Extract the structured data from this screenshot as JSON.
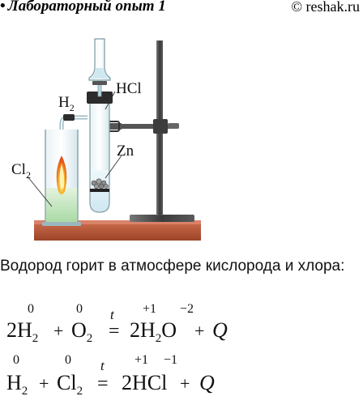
{
  "header": {
    "bullet": "•",
    "title": "Лабораторный опыт 1",
    "site": "© reshak.ru"
  },
  "figure": {
    "labels": {
      "h2": "H",
      "h2_sub": "2",
      "hcl": "HCl",
      "zn": "Zn",
      "cl2": "Cl",
      "cl2_sub": "2"
    },
    "colors": {
      "bench": "#b8563a",
      "stand": "#4a4a4a",
      "liquid_green": "#c7e6c4",
      "liquid_blue": "#dbeef4",
      "flame": "#f0a020"
    }
  },
  "caption": "Водород горит в атмосфере кислорода и хлора:",
  "equations": [
    {
      "ox_left": [
        "0",
        "0"
      ],
      "ox_right": [
        "+1",
        "−2"
      ],
      "condition": "t",
      "reactant1": "2H",
      "reactant1_sub": "2",
      "plus1": "+",
      "reactant2": "O",
      "reactant2_sub": "2",
      "arrow": "=",
      "product": "2H",
      "product_sub": "2",
      "product_tail": "O",
      "plus2": "+",
      "heat": "Q"
    },
    {
      "ox_left": [
        "0",
        "0"
      ],
      "ox_right": [
        "+1",
        "−1"
      ],
      "condition": "t",
      "reactant1": "H",
      "reactant1_sub": "2",
      "plus1": "+",
      "reactant2": "Cl",
      "reactant2_sub": "2",
      "arrow": "=",
      "product": "2HCl",
      "plus2": "+",
      "heat": "Q"
    }
  ]
}
